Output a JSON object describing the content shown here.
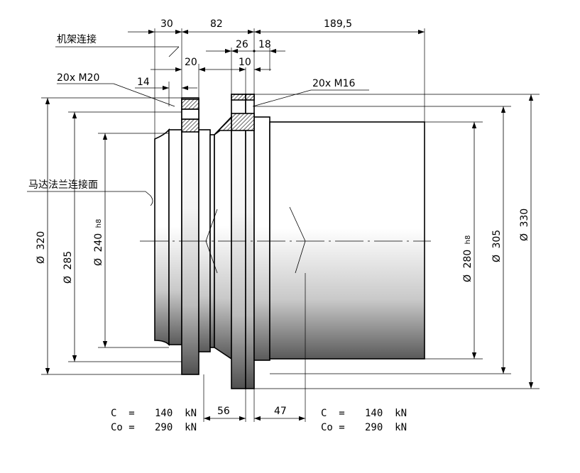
{
  "labels": {
    "frame_connection": "机架连接",
    "motor_flange_face": "马达法兰连接面",
    "bolts_left": "20x  M20",
    "bolts_right": "20x  M16"
  },
  "dimensions": {
    "d30": "30",
    "d82": "82",
    "d189": "189,5",
    "d26": "26",
    "d18": "18",
    "d20": "20",
    "d10": "10",
    "d14": "14",
    "d56": "56",
    "d47": "47",
    "dia320": "320",
    "dia285": "285",
    "dia240": "240",
    "dia280": "280",
    "dia305": "305",
    "dia330": "330",
    "tol_h8": "h8",
    "dia_symbol": "Ø"
  },
  "loads_left": {
    "c_label": "C  =",
    "c_value": "140  kN",
    "co_label": "Co =",
    "co_value": "290  kN"
  },
  "loads_right": {
    "c_label": "C  =",
    "c_value": "140  kN",
    "co_label": "Co =",
    "co_value": "290  kN"
  }
}
